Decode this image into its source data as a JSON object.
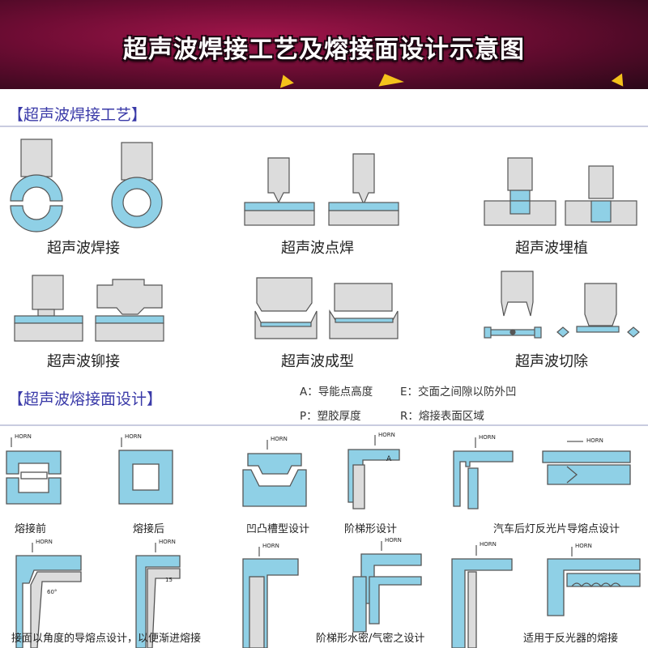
{
  "banner": {
    "title": "超声波焊接工艺及熔接面设计示意图"
  },
  "section1": {
    "heading": "【超声波焊接工艺】",
    "items": [
      "超声波焊接",
      "超声波点焊",
      "超声波埋植",
      "超声波铆接",
      "超声波成型",
      "超声波切除"
    ]
  },
  "section2": {
    "heading": "【超声波熔接面设计】",
    "legend": [
      "A：导能点高度",
      "E：交面之间隙以防外凹",
      "P：塑胶厚度",
      "R：熔接表面区域"
    ],
    "captions": [
      "熔接前",
      "熔接后",
      "凹凸槽型设计",
      "阶梯形设计",
      "汽车后灯反光片导熔点设计",
      "接面以角度的导熔点设计，以便渐进熔接",
      "阶梯形水密/气密之设计",
      "适用于反光器的熔接"
    ],
    "horn_label": "HORN",
    "dim_a": "A",
    "dim_angle": "60°",
    "dim_15": "15"
  },
  "colors": {
    "blue": "#8fd0e6",
    "gray": "#dcdcdc",
    "outline": "#555555",
    "heading": "#3a3aa8",
    "accent": "#f4c21b"
  }
}
